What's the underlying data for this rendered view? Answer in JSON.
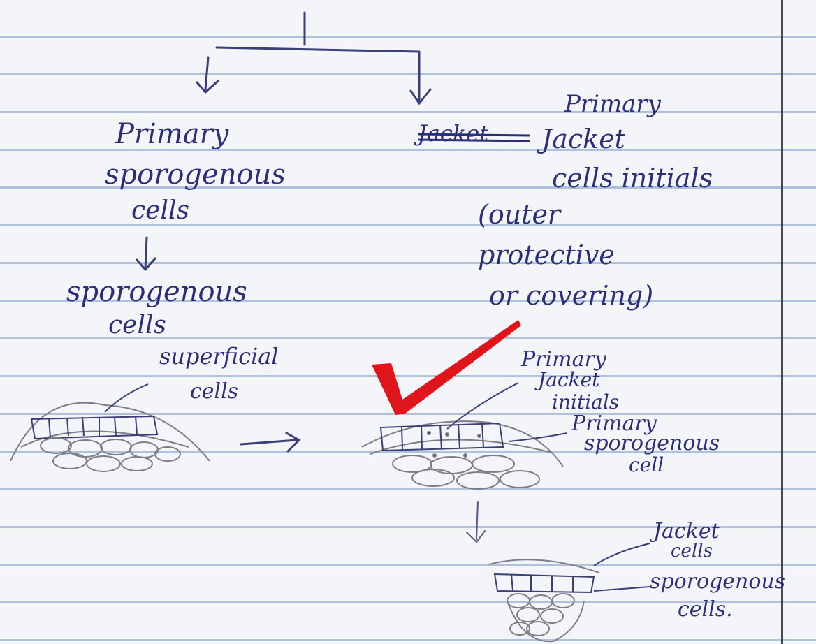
{
  "left_branch": {
    "line1": "Primary",
    "line2": "sporogenous",
    "line3": "cells",
    "result_line1": "sporogenous",
    "result_line2": "cells",
    "diagram_label_line1": "superficial",
    "diagram_label_line2": "cells"
  },
  "right_branch": {
    "crossed_word": "Jacket",
    "line1": "Primary",
    "line2": "Jacket",
    "line3": "cells initials",
    "line4": "(outer",
    "line5": "protective",
    "line6": "or covering)",
    "diagram_label_1_line1": "Primary",
    "diagram_label_1_line2": "Jacket",
    "diagram_label_1_line3": "initials",
    "diagram_label_2_line1": "Primary",
    "diagram_label_2_line2": "sporogenous",
    "diagram_label_2_line3": "cell",
    "diagram_label_3_line1": "Jacket",
    "diagram_label_3_line2": "cells",
    "diagram_label_4_line1": "sporogenous",
    "diagram_label_4_line2": "cells."
  },
  "colors": {
    "ink": "#2a2f7a",
    "pencil": "#8a8a8e",
    "tick": "#e0151b",
    "rule": "#7896c8",
    "paper": "#f4f5f8"
  }
}
